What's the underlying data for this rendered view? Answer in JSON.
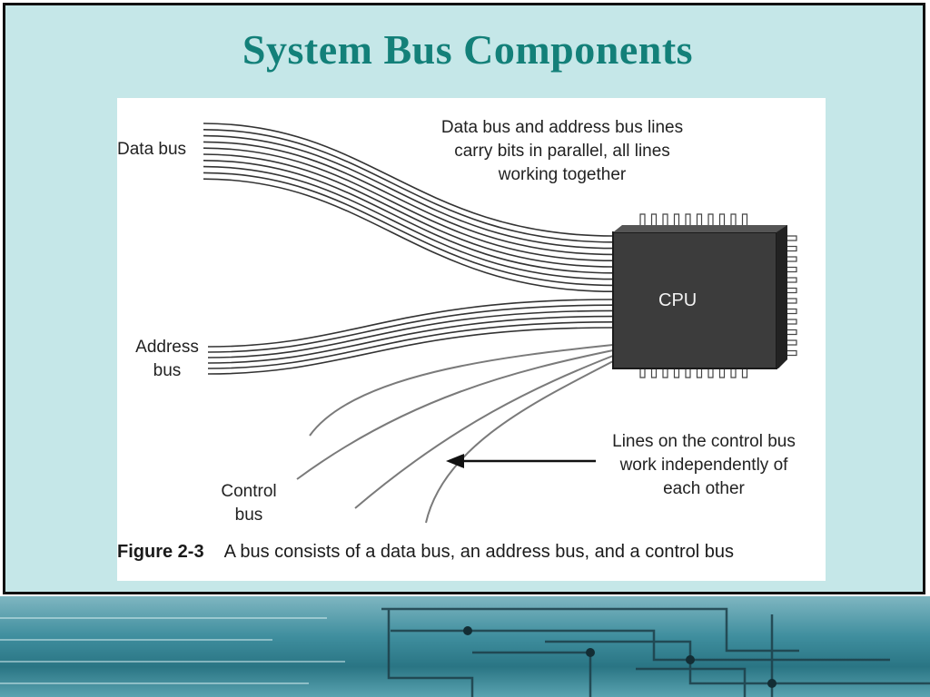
{
  "slide": {
    "title": "System Bus Components"
  },
  "figure": {
    "labels": {
      "data_bus": "Data bus",
      "address_bus": [
        "Address",
        "bus"
      ],
      "control_bus": [
        "Control",
        "bus"
      ],
      "cpu": "CPU",
      "parallel_note": [
        "Data bus and address bus lines",
        "carry bits in parallel, all lines",
        "working together"
      ],
      "control_note": [
        "Lines on the control bus",
        "work independently of",
        "each other"
      ]
    },
    "caption": {
      "label": "Figure 2-3",
      "text": "A bus consists of a data bus, an address bus, and a control bus"
    }
  },
  "colors": {
    "title": "#138079",
    "slide_background": "#c5e7e8",
    "chip": "#3c3c3c",
    "bus_lines": "#333333",
    "control_lines": "#7a7a7a"
  }
}
